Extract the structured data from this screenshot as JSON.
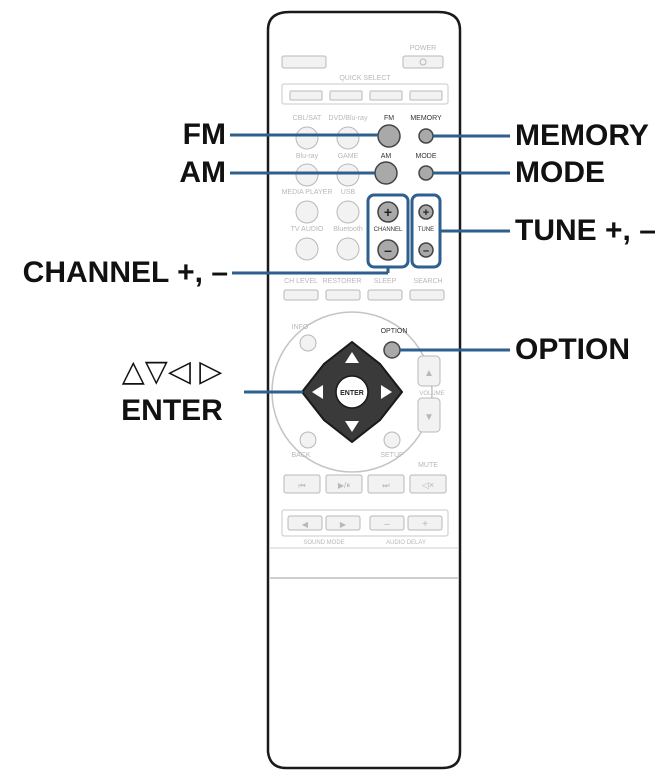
{
  "colors": {
    "callout_line": "#2f5f8c",
    "remote_outline": "#1a1a1a",
    "button_fill": "#f2f2f2",
    "highlight_button": "#a9a9a9",
    "dpad": "#3a3a3a",
    "faded_text": "#b8b8b8"
  },
  "remote": {
    "power_label": "POWER",
    "quick_select_label": "QUICK SELECT",
    "input_labels": [
      "CBL/SAT",
      "DVD/Blu-ray",
      "FM",
      "MEMORY"
    ],
    "row2_labels": [
      "Blu-ray",
      "GAME",
      "AM",
      "MODE"
    ],
    "row3_labels": [
      "MEDIA PLAYER",
      "USB",
      "",
      ""
    ],
    "row4_labels": [
      "TV AUDIO",
      "Bluetooth",
      "CHANNEL",
      "TUNE"
    ],
    "row5_labels": [
      "CH LEVEL",
      "RESTORER",
      "SLEEP",
      "SEARCH"
    ],
    "info_label": "INFO",
    "option_label": "OPTION",
    "enter_label": "ENTER",
    "back_label": "BACK",
    "setup_label": "SETUP",
    "volume_label": "VOLUME",
    "mute_label": "MUTE",
    "bottom_labels": [
      "SOUND MODE",
      "AUDIO DELAY"
    ]
  },
  "callouts": {
    "fm": "FM",
    "am": "AM",
    "memory": "MEMORY",
    "mode": "MODE",
    "tune": "TUNE +, –",
    "channel": "CHANNEL +, –",
    "option": "OPTION",
    "arrows": "△▽◁ ▷",
    "enter": "ENTER"
  }
}
